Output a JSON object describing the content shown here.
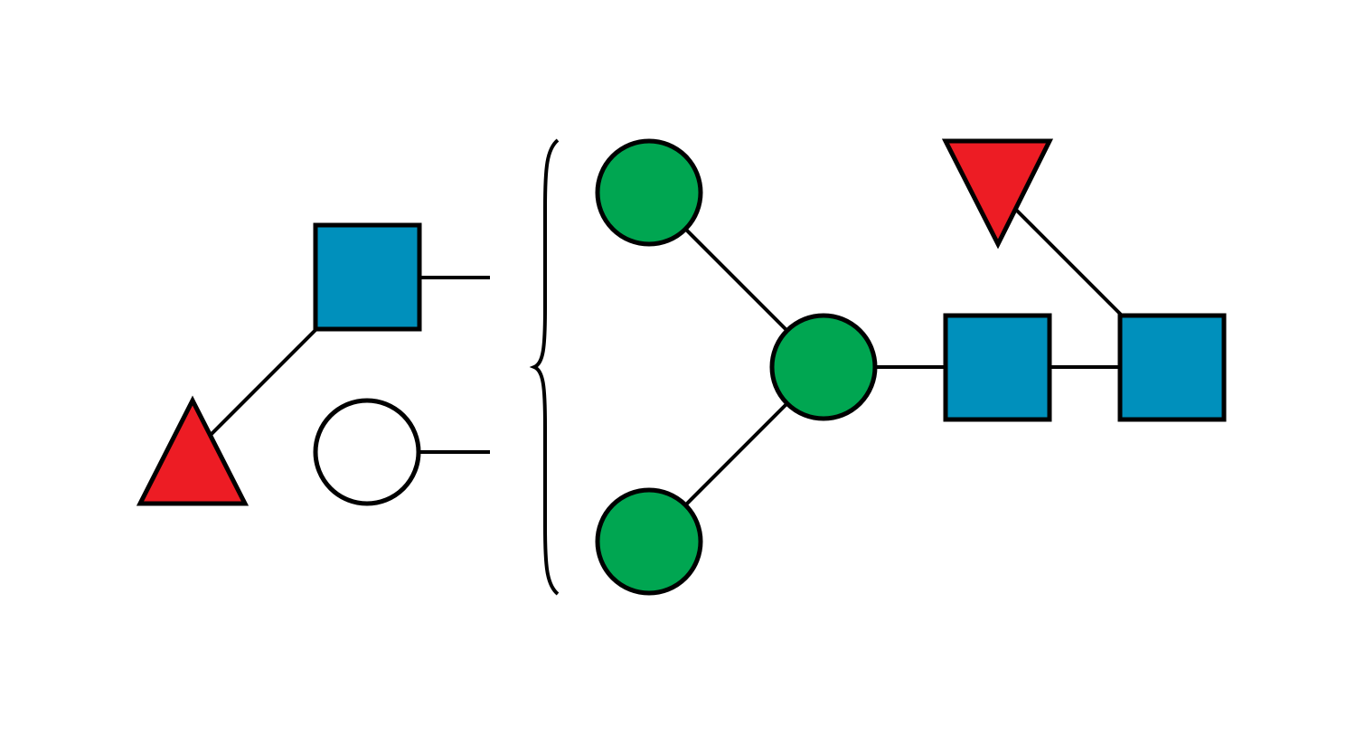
{
  "diagram": {
    "type": "glycan-snfg",
    "colors": {
      "background": "#ffffff",
      "stroke": "#000000",
      "fucose": "#ed1c24",
      "glcnac": "#0090bc",
      "mannose": "#00a651",
      "galactose_unknown": "#ffffff"
    },
    "residues": [
      {
        "id": "fuc-antenna",
        "shape": "triangle-up",
        "kind": "fucose",
        "color": "#ed1c24"
      },
      {
        "id": "glcnac-antenna",
        "shape": "square",
        "kind": "glcnac",
        "color": "#0090bc"
      },
      {
        "id": "hex-antenna",
        "shape": "circle",
        "kind": "hexose",
        "color": "#ffffff"
      },
      {
        "id": "man-top",
        "shape": "circle",
        "kind": "mannose",
        "color": "#00a651"
      },
      {
        "id": "man-core",
        "shape": "circle",
        "kind": "mannose",
        "color": "#00a651"
      },
      {
        "id": "man-bottom",
        "shape": "circle",
        "kind": "mannose",
        "color": "#00a651"
      },
      {
        "id": "glcnac-core-1",
        "shape": "square",
        "kind": "glcnac",
        "color": "#0090bc"
      },
      {
        "id": "glcnac-core-2",
        "shape": "square",
        "kind": "glcnac",
        "color": "#0090bc"
      },
      {
        "id": "fuc-core",
        "shape": "triangle-down",
        "kind": "fucose",
        "color": "#ed1c24"
      }
    ],
    "bonds": [
      {
        "from": "fuc-antenna",
        "to": "glcnac-antenna"
      },
      {
        "from": "glcnac-antenna",
        "to": "bracket"
      },
      {
        "from": "hex-antenna",
        "to": "bracket"
      },
      {
        "from": "man-top",
        "to": "man-core"
      },
      {
        "from": "man-bottom",
        "to": "man-core"
      },
      {
        "from": "man-core",
        "to": "glcnac-core-1"
      },
      {
        "from": "glcnac-core-1",
        "to": "glcnac-core-2"
      },
      {
        "from": "fuc-core",
        "to": "glcnac-core-2"
      }
    ],
    "has_bracket": true
  }
}
